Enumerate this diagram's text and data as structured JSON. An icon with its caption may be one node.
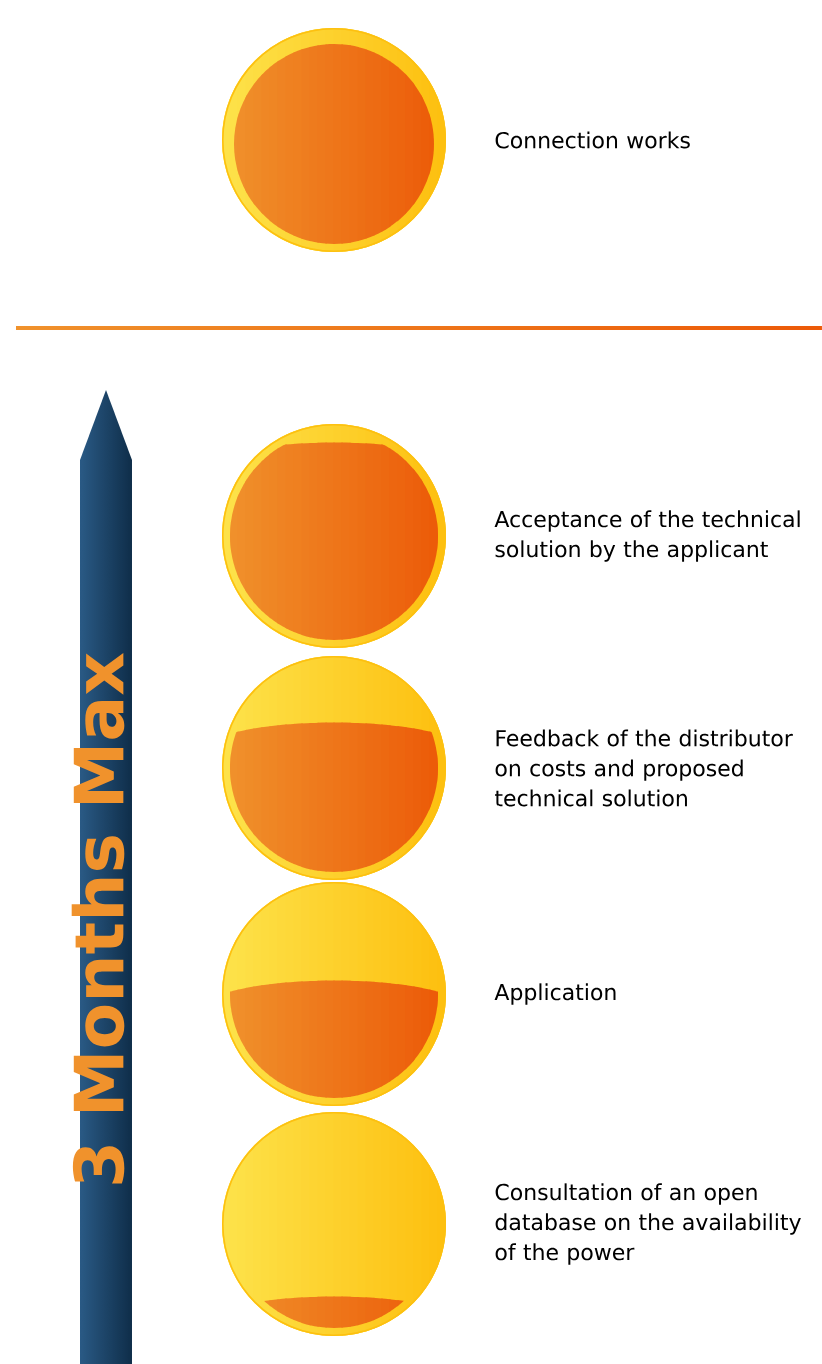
{
  "diagram": {
    "nodes": [
      {
        "text": [],
        "shape": "circle",
        "beside": [
          "Connection works"
        ]
      },
      {
        "text": [],
        "shape": "circle",
        "beside": [
          "Acceptance of the technical solution by the applicant"
        ]
      },
      {
        "text": [],
        "shape": "circle",
        "beside": [
          "Feedback of the distributor on costs and proposed technical solution"
        ]
      },
      {
        "text": [],
        "shape": "circle",
        "beside": [
          "Application"
        ]
      },
      {
        "text": [],
        "shape": "circle",
        "beside": [
          "Consultation of an open database on the availability of the power"
        ]
      }
    ],
    "labels": [
      "3 Months Max"
    ]
  }
}
